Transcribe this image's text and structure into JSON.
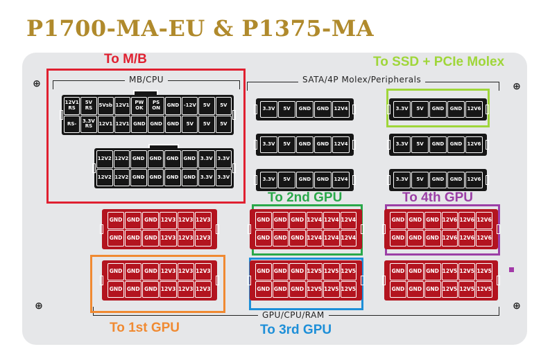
{
  "title": "P1700-MA-EU & P1375-MA",
  "sections": {
    "mbcpu": "MB/CPU",
    "sata": "SATA/4P Molex/Peripherals",
    "gpu": "GPU/CPU/RAM"
  },
  "callouts": {
    "mb": "To M/B",
    "ssd": "To SSD + PCIe Molex",
    "gpu2": "To 2nd GPU",
    "gpu4": "To 4th GPU",
    "gpu1": "To 1st GPU",
    "gpu3": "To 3rd GPU"
  },
  "colors": {
    "mb": "#e02030",
    "ssd": "#9fd639",
    "gpu2": "#2aa84a",
    "gpu4": "#9b3fa6",
    "gpu1": "#f08a32",
    "gpu3": "#1e8fd8"
  },
  "screw_icon": "⊕",
  "connectors": {
    "atx24": {
      "rows": [
        [
          "12V1 RS",
          "5V RS",
          "5Vsb",
          "12V1",
          "PW OK",
          "PS ON",
          "GND",
          "-12V",
          "5V",
          "5V"
        ],
        [
          "RS-",
          "3.3V RS",
          "12V1",
          "12V1",
          "GND",
          "GND",
          "GND",
          "5V",
          "5V",
          "5V"
        ]
      ]
    },
    "cpu": {
      "rows": [
        [
          "12V2",
          "12V2",
          "GND",
          "GND",
          "GND",
          "GND",
          "3.3V",
          "3.3V"
        ],
        [
          "12V2",
          "12V2",
          "GND",
          "GND",
          "GND",
          "GND",
          "3.3V",
          "3.3V"
        ]
      ]
    },
    "sata_left": [
      [
        "3.3V",
        "5V",
        "GND",
        "GND",
        "12V4"
      ],
      [
        "3.3V",
        "5V",
        "GND",
        "GND",
        "12V4"
      ],
      [
        "3.3V",
        "5V",
        "GND",
        "GND",
        "12V4"
      ]
    ],
    "sata_right": [
      [
        "3.3V",
        "5V",
        "GND",
        "GND",
        "12V6"
      ],
      [
        "3.3V",
        "5V",
        "GND",
        "GND",
        "12V6"
      ],
      [
        "3.3V",
        "5V",
        "GND",
        "GND",
        "12V6"
      ]
    ],
    "gpu_blocks": [
      {
        "label": "gpu-a",
        "row": [
          "GND",
          "GND",
          "GND",
          "12V3",
          "12V3",
          "12V3"
        ]
      },
      {
        "label": "gpu-b",
        "row": [
          "GND",
          "GND",
          "GND",
          "12V4",
          "12V4",
          "12V4"
        ]
      },
      {
        "label": "gpu-c",
        "row": [
          "GND",
          "GND",
          "GND",
          "12V6",
          "12V6",
          "12V6"
        ]
      },
      {
        "label": "gpu-d",
        "row": [
          "GND",
          "GND",
          "GND",
          "12V3",
          "12V3",
          "12V3"
        ]
      },
      {
        "label": "gpu-e",
        "row": [
          "GND",
          "GND",
          "GND",
          "12V5",
          "12V5",
          "12V5"
        ]
      },
      {
        "label": "gpu-f",
        "row": [
          "GND",
          "GND",
          "GND",
          "12V5",
          "12V5",
          "12V5"
        ]
      }
    ]
  }
}
